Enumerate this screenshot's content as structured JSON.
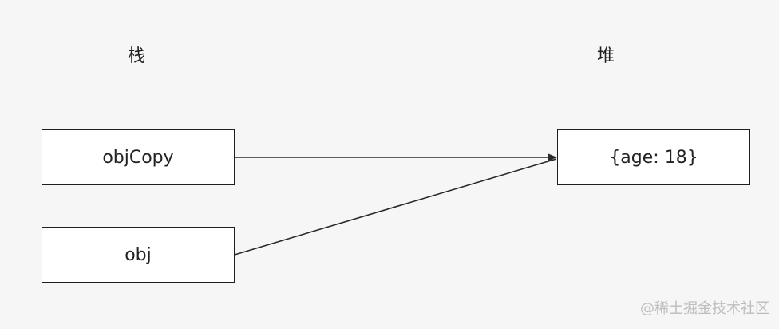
{
  "headings": {
    "stack": "栈",
    "heap": "堆"
  },
  "stack": {
    "items": [
      {
        "label": "objCopy"
      },
      {
        "label": "obj"
      }
    ]
  },
  "heap": {
    "items": [
      {
        "label": "{age: 18}"
      }
    ]
  },
  "watermark": "@稀土掘金技术社区",
  "colors": {
    "background": "#f6f6f6",
    "box_border": "#1e1e1e",
    "arrow": "#2a2a2a",
    "watermark": "#bdbdbd"
  }
}
